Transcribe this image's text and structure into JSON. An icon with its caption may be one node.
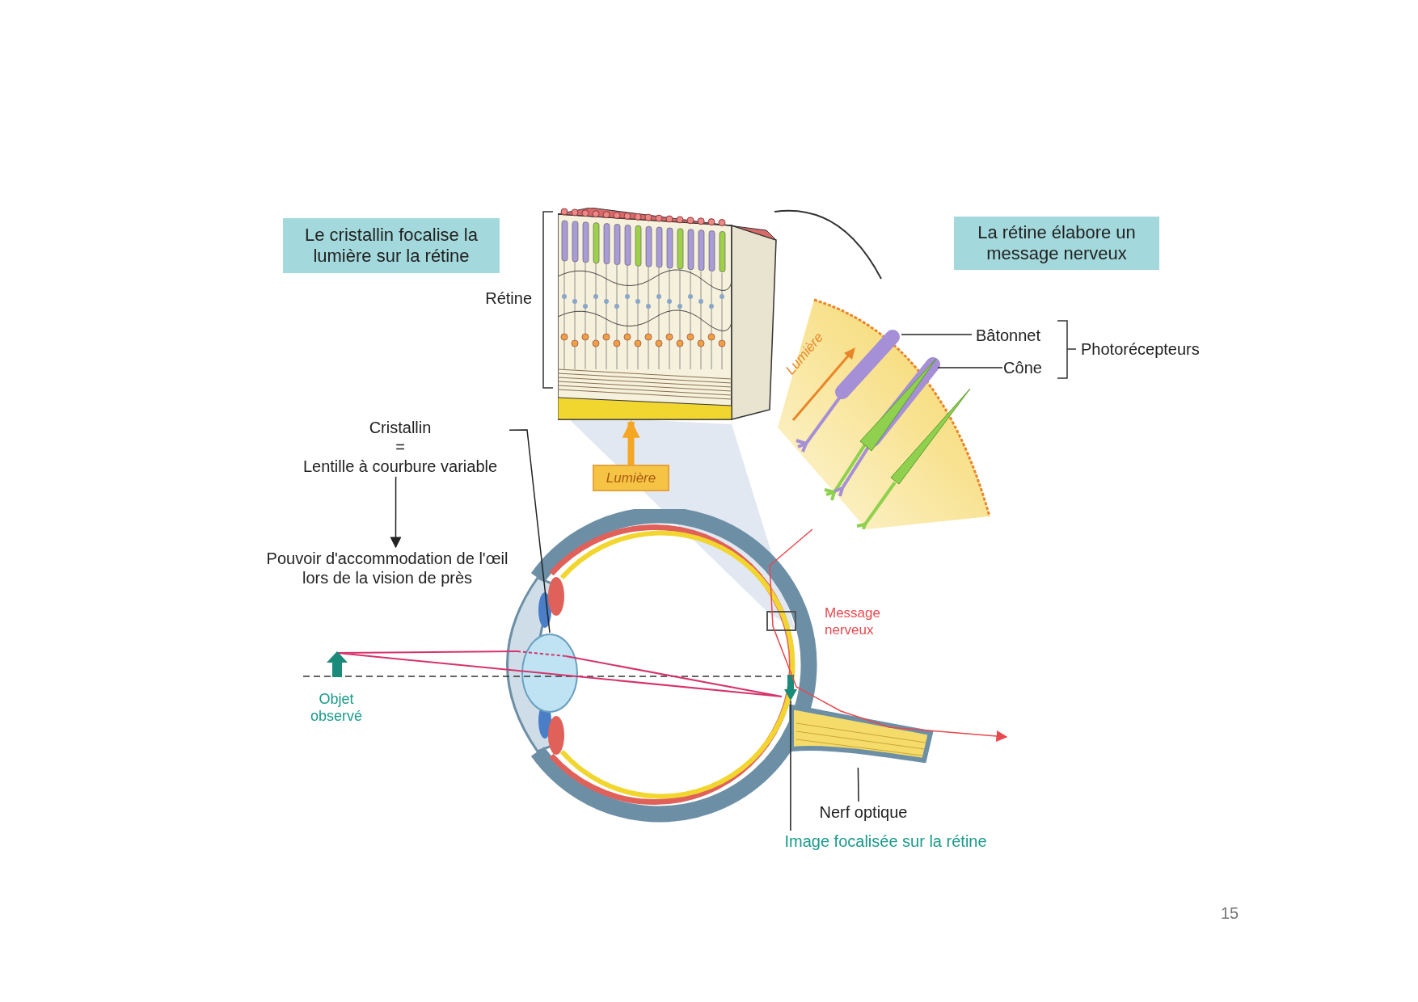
{
  "diagram": {
    "nodes": [
      {
        "text": [
          "Le cristallin focalise la lumière sur la rétine"
        ]
      },
      {
        "text": [
          "La rétine élabore un message nerveux"
        ]
      },
      {
        "text": [],
        "shape": "picture",
        "beside": [
          "Rétine"
        ]
      },
      {
        "text": [
          "Lumière"
        ]
      },
      {
        "text": [
          "Cristallin",
          "=",
          "Lentille à courbure variable"
        ]
      },
      {
        "text": [
          "Pouvoir d'accommodation de l'œil lors de la vision de près"
        ]
      },
      {
        "text": [],
        "shape": "picture"
      },
      {
        "text": [],
        "shape": "picture",
        "in": 6
      },
      {
        "text": [],
        "shape": "picture"
      },
      {
        "text": [],
        "shape": "arrow",
        "in": 6
      },
      {
        "text": [
          "Nerf optique"
        ]
      },
      {
        "text": [
          "Image focalisée sur la rétine"
        ]
      },
      {
        "text": [],
        "shape": "picture"
      },
      {
        "text": [],
        "shape": "picture",
        "in": 12
      },
      {
        "text": [],
        "shape": "picture",
        "in": 12
      },
      {
        "text": [
          "Bâtonnet"
        ]
      },
      {
        "text": [
          "Cône"
        ]
      }
    ],
    "edges": [
      {
        "from": 3,
        "to": 2,
        "arrow": "to",
        "style": "thick",
        "color": "#f5a623"
      },
      {
        "from": 4,
        "to": 5,
        "arrow": "to"
      },
      {
        "from": 4,
        "to": 7,
        "arrow": "none"
      },
      {
        "from": 10,
        "to": 8,
        "arrow": "none"
      },
      {
        "from": 11,
        "to": 9,
        "arrow": "none"
      },
      {
        "from": 15,
        "to": 13,
        "arrow": "none"
      },
      {
        "from": 16,
        "to": 14,
        "arrow": "none"
      },
      {
        "from": 12,
        "to": null,
        "arrow": "to",
        "label": "Message nerveux",
        "color": "#e8484e"
      }
    ],
    "labels": [
      "Photorécepteurs",
      "Lumière",
      "Objet observé",
      "15"
    ]
  }
}
